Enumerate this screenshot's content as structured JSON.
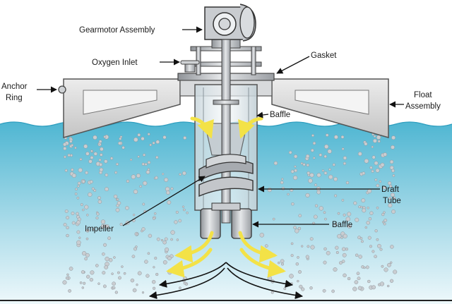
{
  "labels": {
    "gearmotor": "Gearmotor Assembly",
    "oxygen_inlet": "Oxygen Inlet",
    "gasket": "Gasket",
    "anchor_ring": [
      "Anchor",
      "Ring"
    ],
    "float_assembly": [
      "Float",
      "Assembly"
    ],
    "baffle_top": "Baffle",
    "draft_tube": [
      "Draft",
      "Tube"
    ],
    "impeller": "Impeller",
    "baffle_bottom": "Baffle"
  },
  "colors": {
    "water_top": "#4fb6d2",
    "water_bottom": "#e8f6fa",
    "float_fill": "#d6d6d6",
    "metal": "#b9bcc0",
    "flow_arrow": "#f3e247",
    "bubble": "#c9cdd1"
  }
}
